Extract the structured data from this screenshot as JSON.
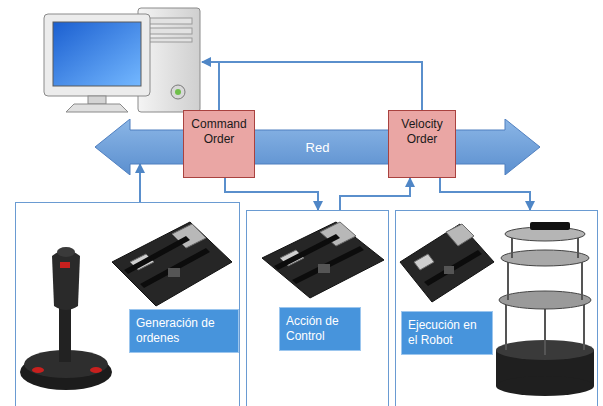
{
  "diagram": {
    "nodes": [
      {
        "text": [
          "Command Order"
        ]
      },
      {
        "text": [
          "Red"
        ]
      },
      {
        "text": [
          "Velocity Order"
        ]
      },
      {
        "text": [
          "Generación de ordenes"
        ]
      },
      {
        "text": [
          "Acción de Control"
        ]
      },
      {
        "text": [
          "Ejecución en el Robot"
        ]
      }
    ],
    "edges": [
      {
        "from": 3,
        "to": 1,
        "arrow": "to"
      },
      {
        "from": 0,
        "to": 4,
        "arrow": "to"
      },
      {
        "from": 4,
        "to": 2,
        "arrow": "to"
      },
      {
        "from": 2,
        "to": 5,
        "arrow": "to"
      }
    ]
  }
}
